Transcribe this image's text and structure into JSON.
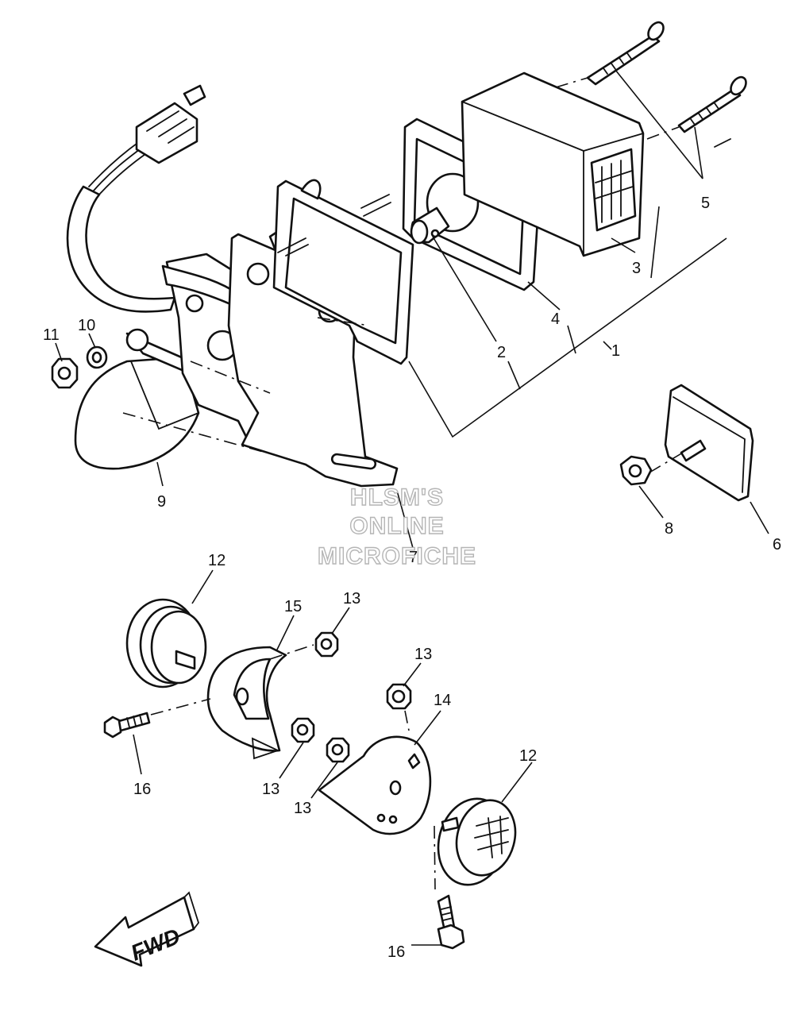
{
  "callouts": [
    {
      "id": "1",
      "text": "1"
    },
    {
      "id": "2",
      "text": "2"
    },
    {
      "id": "3",
      "text": "3"
    },
    {
      "id": "4",
      "text": "4"
    },
    {
      "id": "5",
      "text": "5"
    },
    {
      "id": "6",
      "text": "6"
    },
    {
      "id": "7",
      "text": "7"
    },
    {
      "id": "8",
      "text": "8"
    },
    {
      "id": "9",
      "text": "9"
    },
    {
      "id": "10",
      "text": "10"
    },
    {
      "id": "11",
      "text": "11"
    },
    {
      "id": "12a",
      "text": "12"
    },
    {
      "id": "12b",
      "text": "12"
    },
    {
      "id": "13a",
      "text": "13"
    },
    {
      "id": "13b",
      "text": "13"
    },
    {
      "id": "13c",
      "text": "13"
    },
    {
      "id": "13d",
      "text": "13"
    },
    {
      "id": "14",
      "text": "14"
    },
    {
      "id": "15",
      "text": "15"
    },
    {
      "id": "16a",
      "text": "16"
    },
    {
      "id": "16b",
      "text": "16"
    }
  ],
  "watermark": {
    "line1": "HLSM'S",
    "line2": "ONLINE",
    "line3": "MICROFICHE"
  },
  "direction_arrow": {
    "label": "FWD",
    "icon": "fwd-arrow-icon"
  }
}
